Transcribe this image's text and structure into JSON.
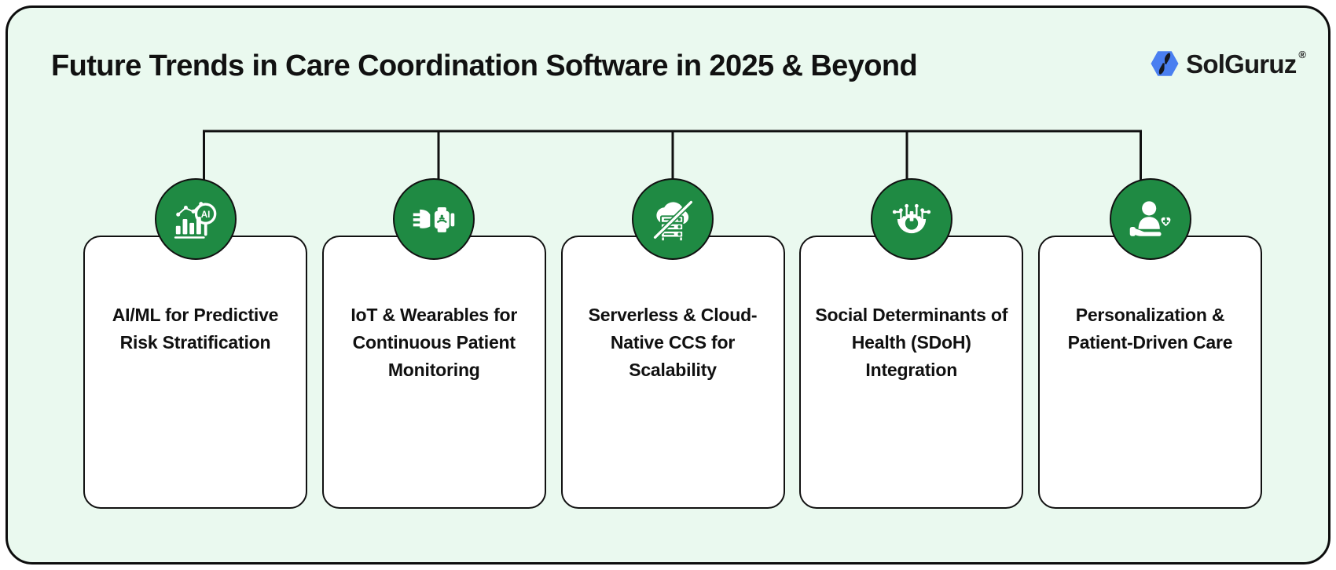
{
  "header": {
    "title": "Future Trends in Care Coordination Software in 2025 & Beyond",
    "brand_name": "SolGuruz",
    "brand_reg": "®"
  },
  "theme": {
    "page_background": "#ffffff",
    "panel_background": "#eaf9ef",
    "border_color": "#111111",
    "accent_green": "#1f8a43",
    "card_background": "#ffffff",
    "title_color": "#111111",
    "logo_blue": "#4a7ff0",
    "logo_dark": "#15181f"
  },
  "items": [
    {
      "title": "AI/ML for Predictive Risk Stratification",
      "icon": "ai-analytics-icon"
    },
    {
      "title": "IoT & Wearables for Continuous Patient Monitoring",
      "icon": "smartwatch-wearable-icon"
    },
    {
      "title": "Serverless & Cloud-Native CCS for Scalability",
      "icon": "serverless-cloud-icon"
    },
    {
      "title": "Social Determinants of Health (SDoH) Integration",
      "icon": "gear-medical-network-icon"
    },
    {
      "title": "Personalization & Patient-Driven Care",
      "icon": "patient-care-hand-icon"
    }
  ]
}
